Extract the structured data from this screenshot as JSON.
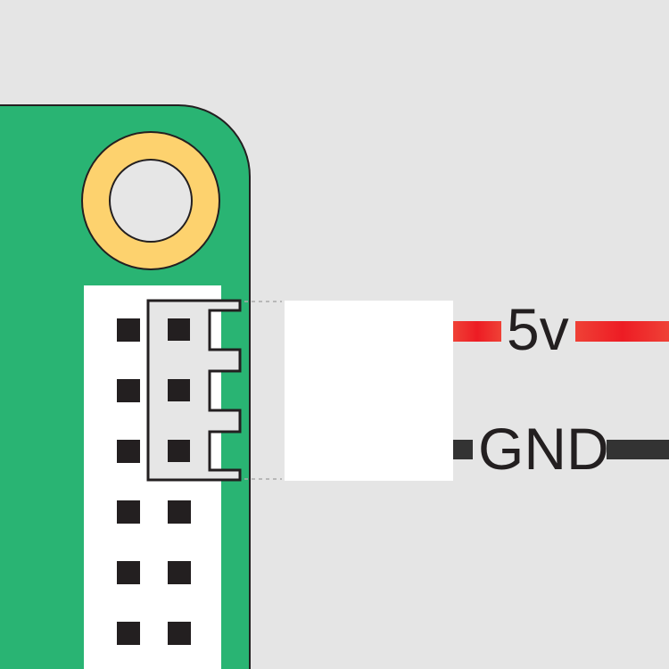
{
  "labels": {
    "power": "5v",
    "ground": "GND"
  },
  "colors": {
    "background": "#e5e5e5",
    "board": "#29b473",
    "mounting_ring": "#fdd26e",
    "header": "#ffffff",
    "pin": "#231f20",
    "connector": "#e6e6e6",
    "wire_5v": "#ed1c24",
    "wire_gnd": "#333333"
  },
  "header_pins": {
    "rows": 6,
    "columns": 2
  },
  "connector_pins": 3
}
